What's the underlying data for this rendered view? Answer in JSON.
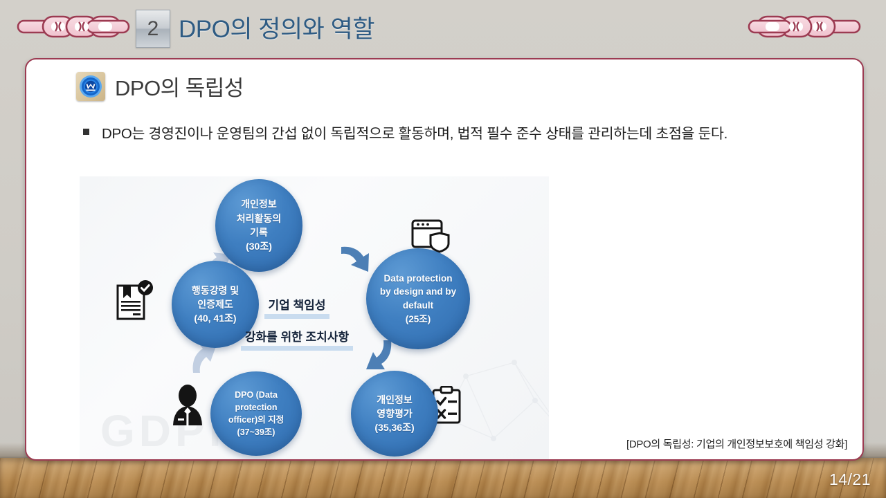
{
  "header": {
    "slide_number": "2",
    "title": "DPO의 정의와 역할",
    "chain_left_icon": "chain-links-icon",
    "chain_right_icon": "chain-links-icon",
    "title_color": "#2e5b83"
  },
  "section": {
    "icon": "blue-emblem-icon",
    "title": "DPO의 독립성"
  },
  "bullet": {
    "marker": "square-bullet-icon",
    "text": "DPO는 경영진이나 운영팀의 간섭 없이 독립적으로 활동하며, 법적 필수 준수 상태를 관리하는데 초점을 둔다."
  },
  "figure": {
    "caption": "[DPO의 독립성: 기업의 개인정보보호에 책임성 강화]",
    "center": {
      "line1": "기업 책임성",
      "line2": "강화를 위한 조치사항",
      "highlight_color": "#c9dcef"
    },
    "node_color": "#3f7fc1",
    "arrow_dark": "#4d7fb5",
    "arrow_light": "#b9c9e0",
    "nodes": [
      {
        "id": "record-of-processing",
        "lines": [
          "개인정보",
          "처리활동의",
          "기록",
          "(30조)"
        ],
        "icon": "clipboard-icon"
      },
      {
        "id": "data-protection-by-design",
        "lines": [
          "Data protection",
          "by design and by",
          "default",
          "(25조)"
        ],
        "icon": "browser-shield-icon"
      },
      {
        "id": "privacy-impact-assessment",
        "lines": [
          "개인정보",
          "영향평가",
          "(35,36조)"
        ],
        "icon": "checklist-icon"
      },
      {
        "id": "dpo-designation",
        "lines": [
          "DPO (Data",
          "protection",
          "officer)의 지정",
          "(37~39조)"
        ],
        "icon": "person-icon"
      },
      {
        "id": "code-of-conduct",
        "lines": [
          "행동강령 및",
          "인증제도",
          "(40, 41조)"
        ],
        "icon": "certificate-icon"
      }
    ]
  },
  "footer": {
    "page": "14/21"
  }
}
